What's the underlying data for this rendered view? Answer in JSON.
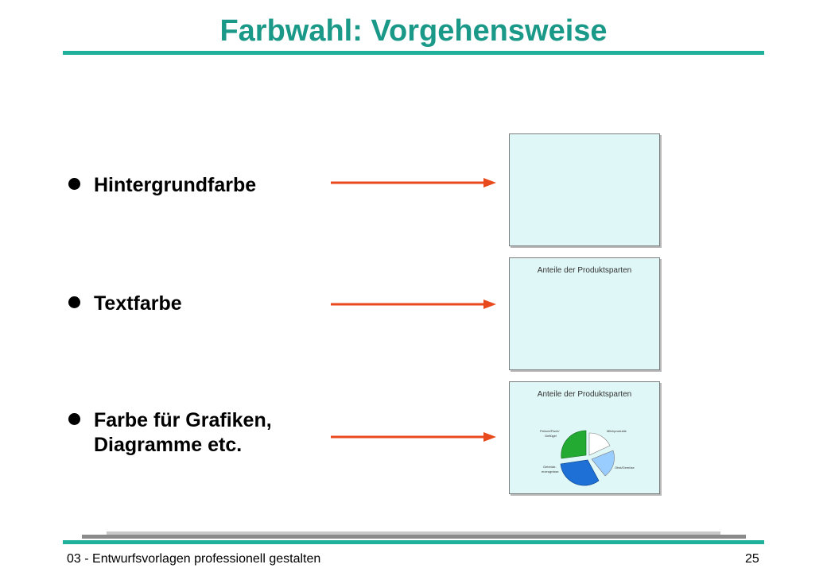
{
  "slide": {
    "title": "Farbwahl: Vorgehensweise",
    "bullets": [
      {
        "lines": [
          "Hintergrundfarbe"
        ]
      },
      {
        "lines": [
          "Textfarbe"
        ]
      },
      {
        "lines": [
          "Farbe für Grafiken,",
          "Diagramme etc."
        ]
      }
    ],
    "thumbnails": [
      {
        "title": ""
      },
      {
        "title": "Anteile der Produktsparten"
      },
      {
        "title": "Anteile der Produktsparten",
        "pie_labels": [
          "Milchprodukte",
          "Obst/Gemüse",
          "Getreide-",
          "erzeugnisse",
          "Fleisch/Fisch/",
          "Geflügel"
        ]
      }
    ],
    "footer": "03 - Entwurfsvorlagen professionell gestalten",
    "page_number": "25"
  },
  "colors": {
    "title": "#1a9988",
    "rule": "#1fb19b",
    "arrow": "#e84a1e",
    "thumb_bg": "#e0f7f7"
  }
}
